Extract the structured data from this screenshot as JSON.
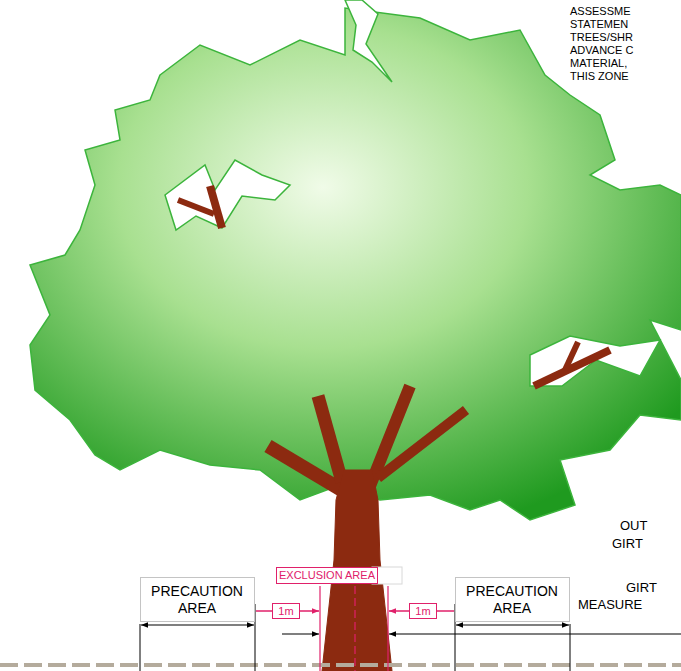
{
  "diagram": {
    "nodes": [
      {
        "text": [
          "PRECAUTION AREA"
        ]
      },
      {
        "text": [
          "EXCLUSION AREA"
        ]
      },
      {
        "text": [
          "1m"
        ]
      },
      {
        "text": [
          "1m"
        ]
      },
      {
        "text": [
          "PRECAUTION AREA"
        ]
      }
    ],
    "labels": [
      "ASSESSME",
      "STATEMEN",
      "TREES/SHR",
      "ADVANCE C",
      "MATERIAL,",
      "THIS ZONE",
      "OUT",
      "GIRT",
      "GIRT",
      "MEASURE"
    ]
  }
}
